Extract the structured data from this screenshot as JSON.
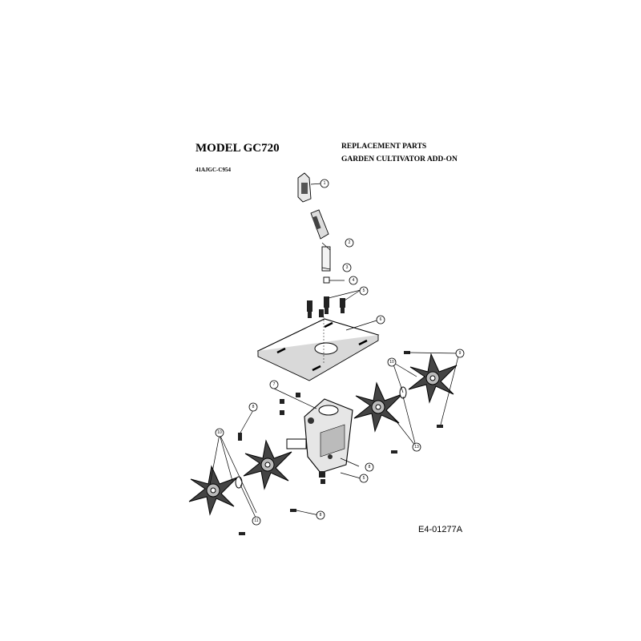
{
  "header": {
    "model": "MODEL GC720",
    "model_number": "41AJGC-C954",
    "title_line1": "REPLACEMENT PARTS",
    "title_line2": "GARDEN CULTIVATOR ADD-ON"
  },
  "figure_id": "E4-01277A",
  "callouts": [
    "1",
    "2",
    "3",
    "4",
    "5",
    "6",
    "7",
    "8",
    "9",
    "10",
    "11",
    "12",
    "13"
  ]
}
